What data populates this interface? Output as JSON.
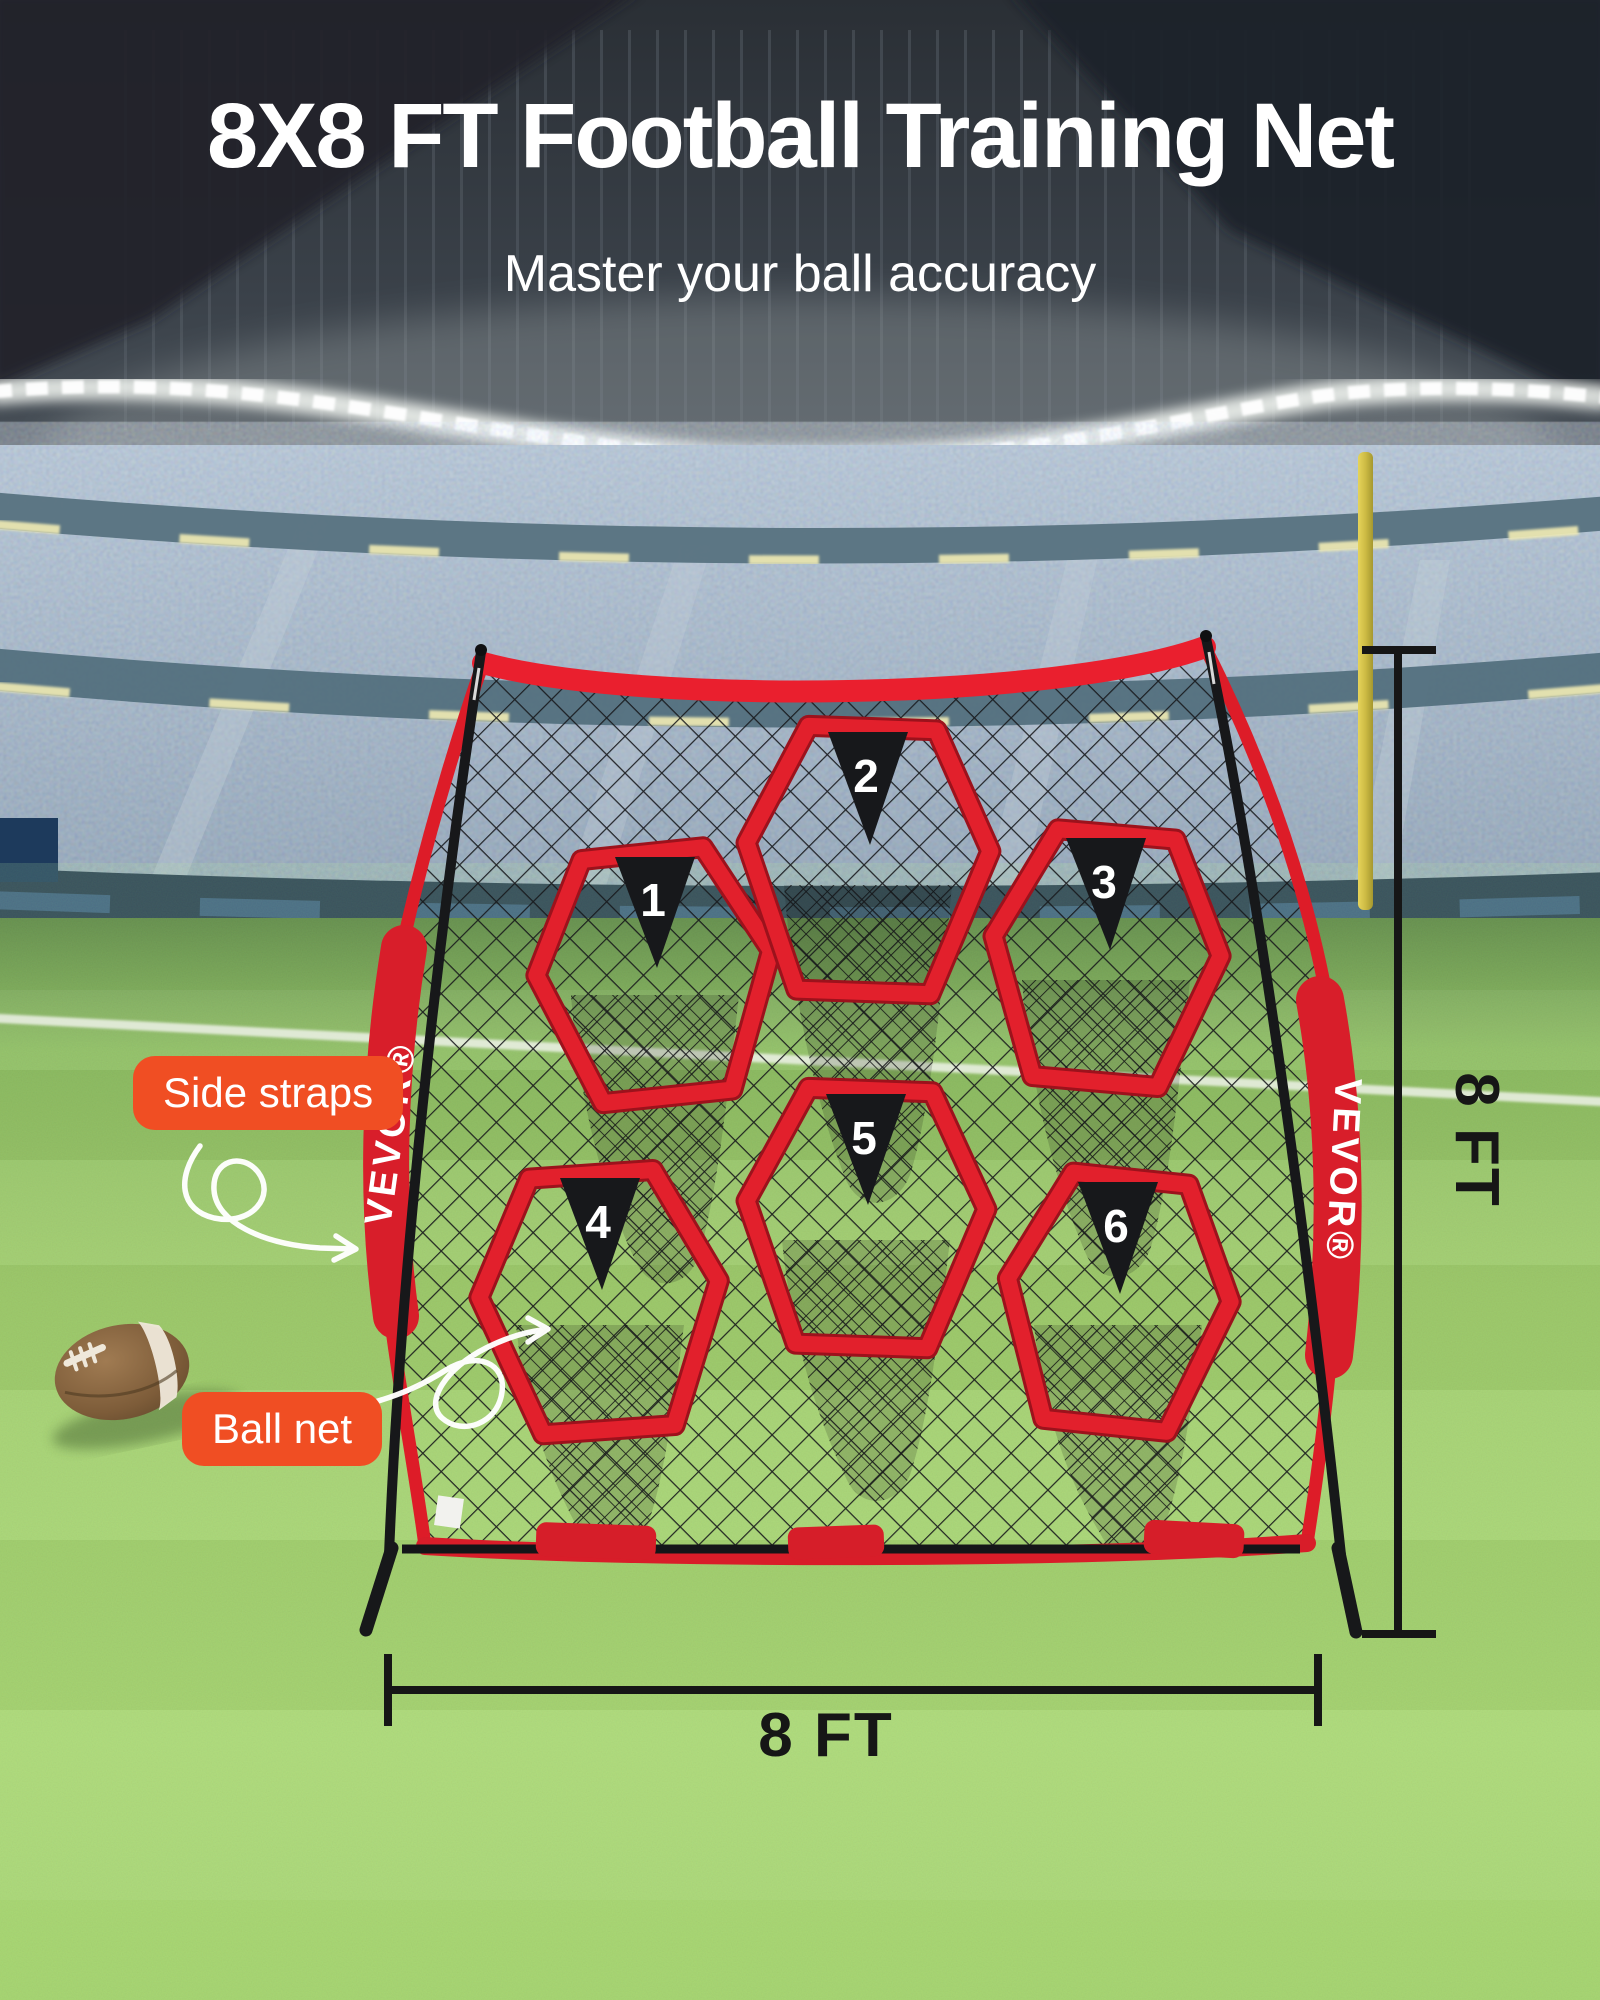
{
  "page": {
    "title": "8X8 FT Football Training Net",
    "subtitle": "Master your ball accuracy"
  },
  "callouts": {
    "side_straps": {
      "label": "Side straps"
    },
    "ball_net": {
      "label": "Ball net"
    }
  },
  "net": {
    "brand": "VEVOR®",
    "targets": [
      {
        "number": "1"
      },
      {
        "number": "2"
      },
      {
        "number": "3"
      },
      {
        "number": "4"
      },
      {
        "number": "5"
      },
      {
        "number": "6"
      }
    ]
  },
  "dimensions": {
    "height_label": "8 FT",
    "width_label": "8 FT"
  },
  "colors": {
    "accent_orange": "#F04E23",
    "net_red": "#E01B28",
    "field_green": "#9CC763",
    "dimension_black": "#161616",
    "title_white": "#FFFFFF"
  }
}
